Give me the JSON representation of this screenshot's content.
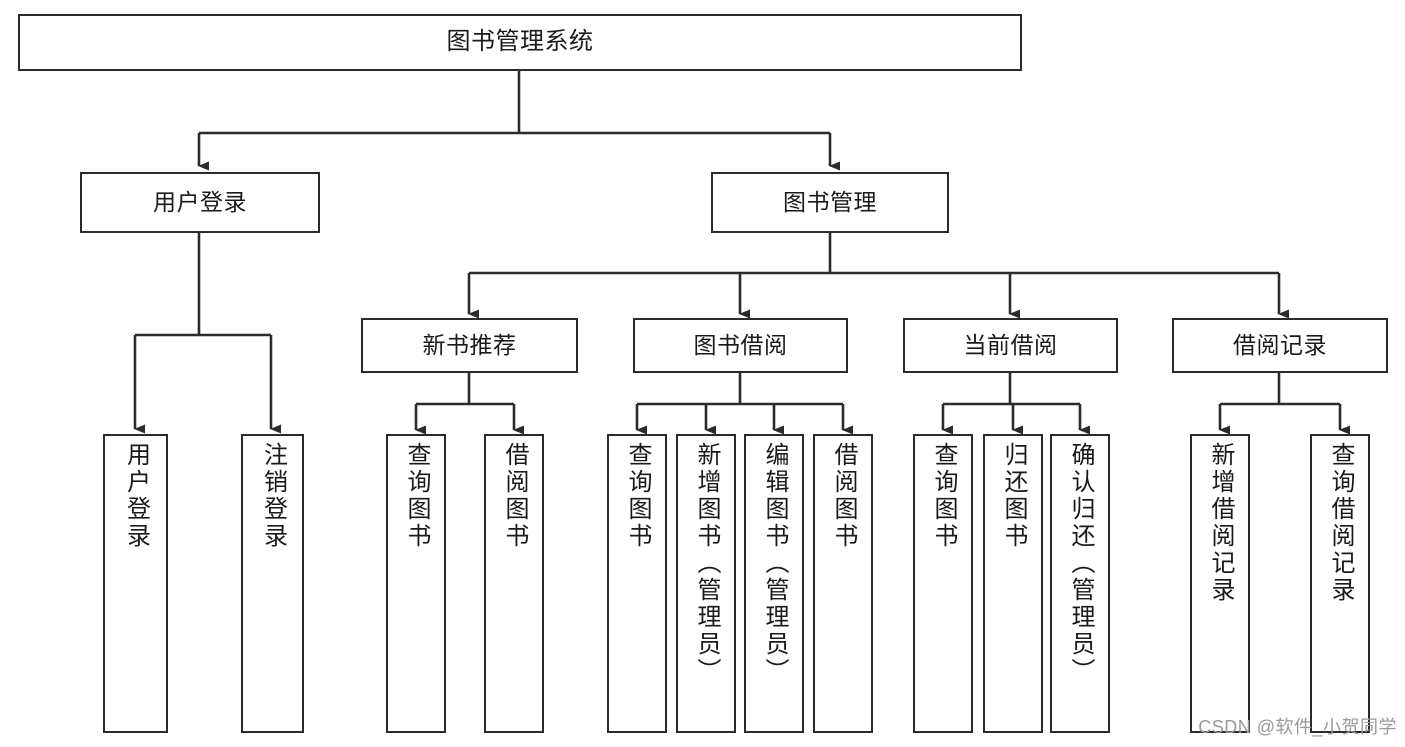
{
  "diagram": {
    "title": "图书管理系统",
    "type": "hierarchy-tree",
    "watermark": "CSDN @软件_小贺同学",
    "colors": {
      "border": "#2b2b2b",
      "background": "#ffffff",
      "text": "#1a1a1a",
      "connector": "#2b2b2b",
      "watermark": "#9a9a9a"
    }
  },
  "nodes": {
    "root": {
      "label": "图书管理系统",
      "level": 0
    },
    "level1": [
      {
        "id": "user-login",
        "label": "用户登录"
      },
      {
        "id": "book-management",
        "label": "图书管理"
      }
    ],
    "level2": [
      {
        "id": "new-book-recommend",
        "label": "新书推荐",
        "parent": "book-management"
      },
      {
        "id": "book-borrow",
        "label": "图书借阅",
        "parent": "book-management"
      },
      {
        "id": "current-borrow",
        "label": "当前借阅",
        "parent": "book-management"
      },
      {
        "id": "borrow-record",
        "label": "借阅记录",
        "parent": "book-management"
      }
    ],
    "leaves": {
      "user_login": [
        {
          "id": "leaf-user-login",
          "label": "用户登录"
        },
        {
          "id": "leaf-logout",
          "label": "注销登录"
        }
      ],
      "new_book_recommend": [
        {
          "id": "leaf-query-book-1",
          "label": "查询图书"
        },
        {
          "id": "leaf-borrow-book-1",
          "label": "借阅图书"
        }
      ],
      "book_borrow": [
        {
          "id": "leaf-query-book-2",
          "label": "查询图书"
        },
        {
          "id": "leaf-add-book",
          "label": "新增图书（管理员）"
        },
        {
          "id": "leaf-edit-book",
          "label": "编辑图书（管理员）"
        },
        {
          "id": "leaf-borrow-book-2",
          "label": "借阅图书"
        }
      ],
      "current_borrow": [
        {
          "id": "leaf-query-book-3",
          "label": "查询图书"
        },
        {
          "id": "leaf-return-book",
          "label": "归还图书"
        },
        {
          "id": "leaf-confirm-return",
          "label": "确认归还（管理员）"
        }
      ],
      "borrow_record": [
        {
          "id": "leaf-add-record",
          "label": "新增借阅记录"
        },
        {
          "id": "leaf-query-record",
          "label": "查询借阅记录"
        }
      ]
    }
  }
}
